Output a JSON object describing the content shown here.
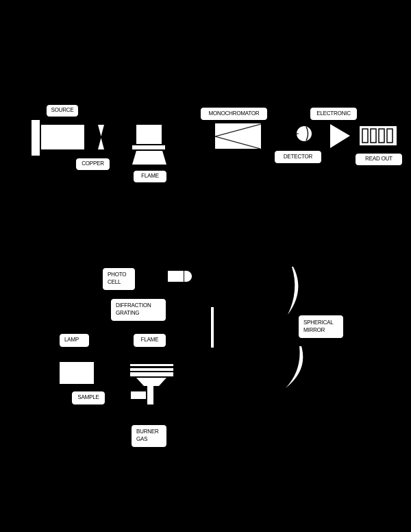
{
  "diagram": {
    "background": "#000000",
    "foreground": "#ffffff",
    "top_schematic": {
      "labels": {
        "source": "SOURCE",
        "copper": "COPPER",
        "flame": "FLAME",
        "monochromator": "MONOCHROMATOR",
        "electronic": "ELECTRONIC",
        "detector": "DETECTOR",
        "readout": "READ OUT"
      },
      "components": [
        {
          "name": "source-lamp",
          "icon": "lamp-housing-icon"
        },
        {
          "name": "copper-aperture",
          "icon": "hourglass-aperture-icon"
        },
        {
          "name": "flame-burner",
          "icon": "burner-icon"
        },
        {
          "name": "monochromator",
          "icon": "prism-wedge-icon"
        },
        {
          "name": "detector",
          "icon": "detector-circle-icon"
        },
        {
          "name": "amplifier",
          "icon": "triangle-amplifier-icon"
        },
        {
          "name": "readout-display",
          "icon": "digit-display-icon",
          "digits": 4
        }
      ]
    },
    "bottom_schematic": {
      "labels": {
        "photo_cell_line1": "PHOTO",
        "photo_cell_line2": "CELL",
        "diffraction_line1": "DIFFRACTION",
        "diffraction_line2": "GRATING",
        "lamp": "LAMP",
        "flame": "FLAME",
        "sample": "SAMPLE",
        "burner_line1": "BURNER",
        "burner_line2": "GAS",
        "mirror_line1": "SPHERICAL",
        "mirror_line2": "MIRROR"
      },
      "components": [
        {
          "name": "photo-cell",
          "icon": "photocell-icon"
        },
        {
          "name": "diffraction-grating",
          "icon": "grating-bar-icon"
        },
        {
          "name": "lamp",
          "icon": "lamp-box-icon"
        },
        {
          "name": "burner",
          "icon": "burner-stack-icon"
        },
        {
          "name": "spherical-mirror-upper",
          "icon": "curved-mirror-icon"
        },
        {
          "name": "spherical-mirror-lower",
          "icon": "curved-mirror-icon"
        }
      ]
    }
  }
}
